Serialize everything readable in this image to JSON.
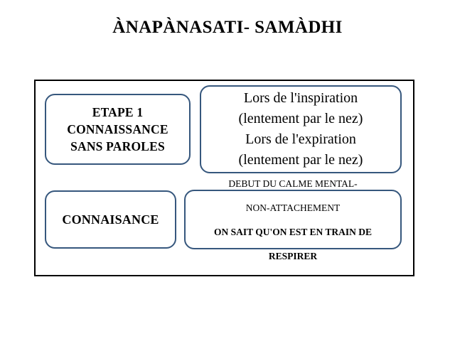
{
  "page": {
    "title": "ÀNAPÀNASATI- SAMÀDHI",
    "background_color": "#ffffff",
    "frame_border_color": "#000000",
    "node_border_color": "#36577D",
    "text_color": "#000000"
  },
  "diagram": {
    "nodes": [
      {
        "id": "etape1",
        "text": "ETAPE 1\nCONNAISSANCE\nSANS PAROLES",
        "weight": "bold",
        "position": "top-left"
      },
      {
        "id": "breathing",
        "text": "Lors de l'inspiration\n(lentement par le nez)\nLors de l'expiration\n(lentement par le nez)",
        "weight": "normal",
        "position": "top-right"
      },
      {
        "id": "connaisance",
        "text": "CONNAISANCE",
        "weight": "bold",
        "position": "bottom-left"
      },
      {
        "id": "calme",
        "lines": [
          {
            "text": "DEBUT DU CALME MENTAL-",
            "weight": "normal"
          },
          {
            "text": "NON-ATTACHEMENT",
            "weight": "normal"
          },
          {
            "text": "ON SAIT QU'ON EST EN TRAIN DE",
            "weight": "bold"
          },
          {
            "text": "RESPIRER",
            "weight": "bold"
          }
        ],
        "position": "bottom-right"
      }
    ]
  }
}
